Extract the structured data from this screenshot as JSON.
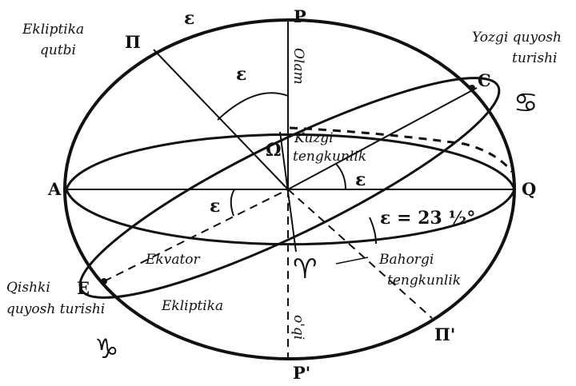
{
  "points": {
    "P": "P",
    "P_prime": "P'",
    "A": "A",
    "Q": "Q",
    "C": "C",
    "E": "E",
    "Pi": "Π",
    "Pi_prime": "Π'"
  },
  "angle_symbol": "ε",
  "angle_value_label": "ε = 23 ½°",
  "labels": {
    "ekliptika_qutbi_line1": "Ekliptika",
    "ekliptika_qutbi_line2": "qutbi",
    "yozgi_line1": "Yozgi quyosh",
    "yozgi_line2": "turishi",
    "olam": "Olam",
    "oqi": "o'qi",
    "kuzgi_line1": "Kuzgi",
    "kuzgi_line2": "tengkunlik",
    "bahorgi_line1": "Bahorgi",
    "bahorgi_line2": "tengkunlik",
    "ekvator": "Ekvator",
    "ekliptika": "Ekliptika",
    "qishki_line1": "Qishki",
    "qishki_line2": "quyosh turishi"
  },
  "symbols": {
    "libra": "Ω",
    "aries": "♈",
    "cancer": "♋",
    "capricorn": "♑"
  },
  "colors": {
    "ink": "#111111",
    "background": "#ffffff"
  }
}
